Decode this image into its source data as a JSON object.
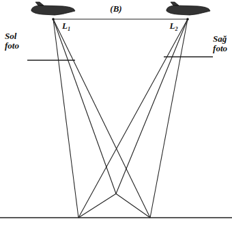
{
  "diagram": {
    "labels": [
      "(B)",
      "L₁",
      "L₂",
      "Sol foto",
      "Sağ foto"
    ]
  }
}
